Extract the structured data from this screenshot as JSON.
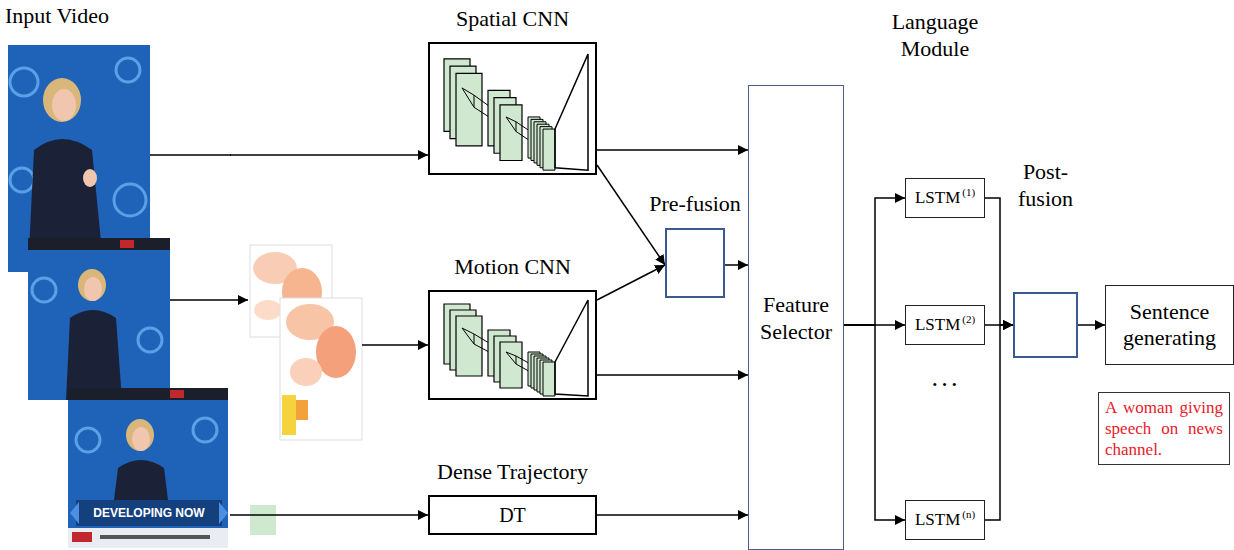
{
  "diagram": {
    "nodes": [
      {
        "text": [
          "Input Video"
        ]
      },
      {
        "text": [
          "Spatial CNN"
        ]
      },
      {
        "text": [
          "Motion CNN"
        ]
      },
      {
        "text": [
          "Dense Trajectory",
          "DT"
        ]
      },
      {
        "text": [
          "Pre-fusion"
        ]
      },
      {
        "text": [
          "Feature Selector"
        ]
      },
      {
        "text": [
          "LSTM",
          "(1)"
        ]
      },
      {
        "text": [
          "LSTM",
          "(2)"
        ]
      },
      {
        "text": [
          "LSTM",
          "(n)"
        ]
      },
      {
        "text": [
          "Post-fusion"
        ]
      },
      {
        "text": [
          "Sentence generating"
        ]
      },
      {
        "text": [
          "A woman giving speech on news channel."
        ]
      }
    ],
    "edges": [
      {
        "from": 0,
        "to": 1,
        "arrow": "to"
      },
      {
        "from": 0,
        "to": 3,
        "arrow": "to"
      },
      {
        "from": 1,
        "to": 4,
        "arrow": "to"
      },
      {
        "from": 2,
        "to": 4,
        "arrow": "to"
      },
      {
        "from": 1,
        "to": 5,
        "arrow": "to"
      },
      {
        "from": 4,
        "to": 5,
        "arrow": "to"
      },
      {
        "from": 2,
        "to": 5,
        "arrow": "to"
      },
      {
        "from": 3,
        "to": 5,
        "arrow": "to"
      },
      {
        "from": 5,
        "to": 6,
        "arrow": "to"
      },
      {
        "from": 5,
        "to": 7,
        "arrow": "to"
      },
      {
        "from": 5,
        "to": 8,
        "arrow": "to"
      },
      {
        "from": 6,
        "to": 9,
        "arrow": "to"
      },
      {
        "from": 7,
        "to": 9,
        "arrow": "to"
      },
      {
        "from": 8,
        "to": 9,
        "arrow": "to"
      },
      {
        "from": 9,
        "to": 10,
        "arrow": "to"
      }
    ],
    "labels": [
      "Language Module",
      "• • •",
      "DEVELOPING NOW"
    ]
  }
}
